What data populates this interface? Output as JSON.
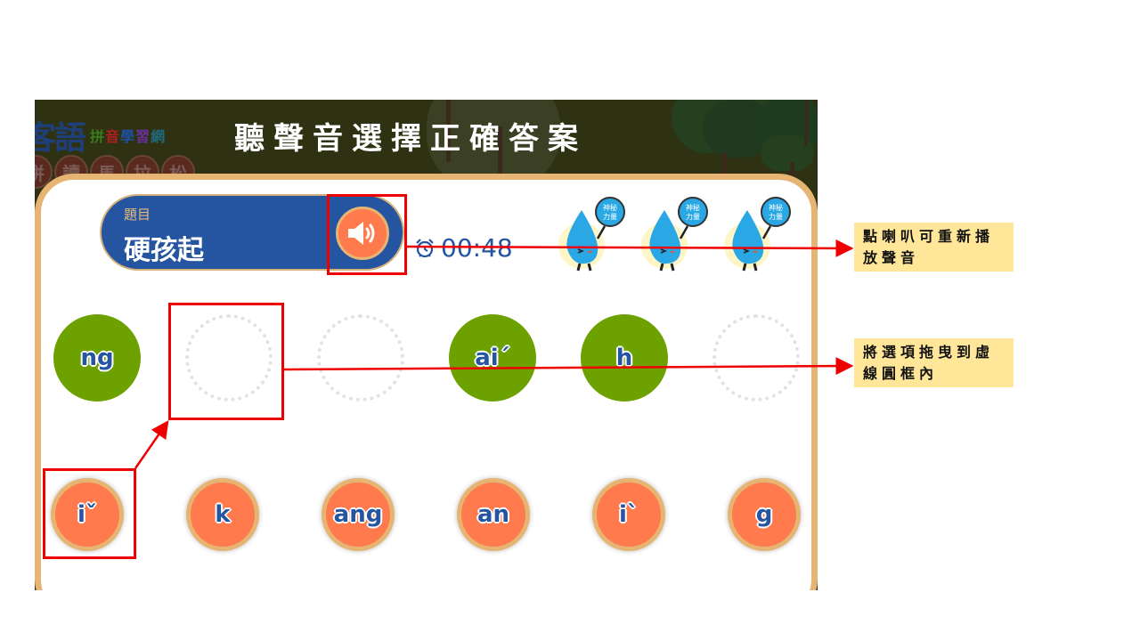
{
  "game": {
    "logo_main": "客語",
    "logo_sub": [
      {
        "char": "拼",
        "color": "#3a7a1a"
      },
      {
        "char": "音",
        "color": "#b01f1f"
      },
      {
        "char": "學",
        "color": "#1f4fa0"
      },
      {
        "char": "習",
        "color": "#6a2fa0"
      },
      {
        "char": "網",
        "color": "#1f6a7a"
      }
    ],
    "logo_badges": [
      "拼",
      "讀",
      "馬",
      "拉",
      "松"
    ],
    "title": "聽聲音選擇正確答案",
    "question": {
      "label": "題目",
      "word": "硬孩起"
    },
    "speaker_icon": "speaker-icon",
    "timer": {
      "icon": "alarm-clock-icon",
      "value": "00:48"
    },
    "power_ups": [
      {
        "label_line1": "神秘",
        "label_line2": "力量"
      },
      {
        "label_line1": "神秘",
        "label_line2": "力量"
      },
      {
        "label_line1": "神秘",
        "label_line2": "力量"
      }
    ],
    "slots": [
      {
        "state": "filled",
        "text": "ng"
      },
      {
        "state": "empty",
        "text": ""
      },
      {
        "state": "empty",
        "text": ""
      },
      {
        "state": "filled",
        "text": "ai´"
      },
      {
        "state": "filled",
        "text": "h"
      },
      {
        "state": "empty",
        "text": ""
      }
    ],
    "options": [
      {
        "text": "iˇ"
      },
      {
        "text": "k"
      },
      {
        "text": "ang"
      },
      {
        "text": "an"
      },
      {
        "text": "iˋ"
      },
      {
        "text": "g"
      }
    ],
    "colors": {
      "header_bg": "#2f3212",
      "panel_border": "#e6b574",
      "pill_bg": "#2555a0",
      "option_bg": "#ff7a4c",
      "slot_filled": "#6ca100",
      "annotation_red": "#ee0000",
      "note_bg": "#ffe699"
    }
  },
  "annotations": {
    "note_speaker": "點喇叭可重新播放聲音",
    "note_drag": "將選項拖曳到虛線圓框內"
  }
}
